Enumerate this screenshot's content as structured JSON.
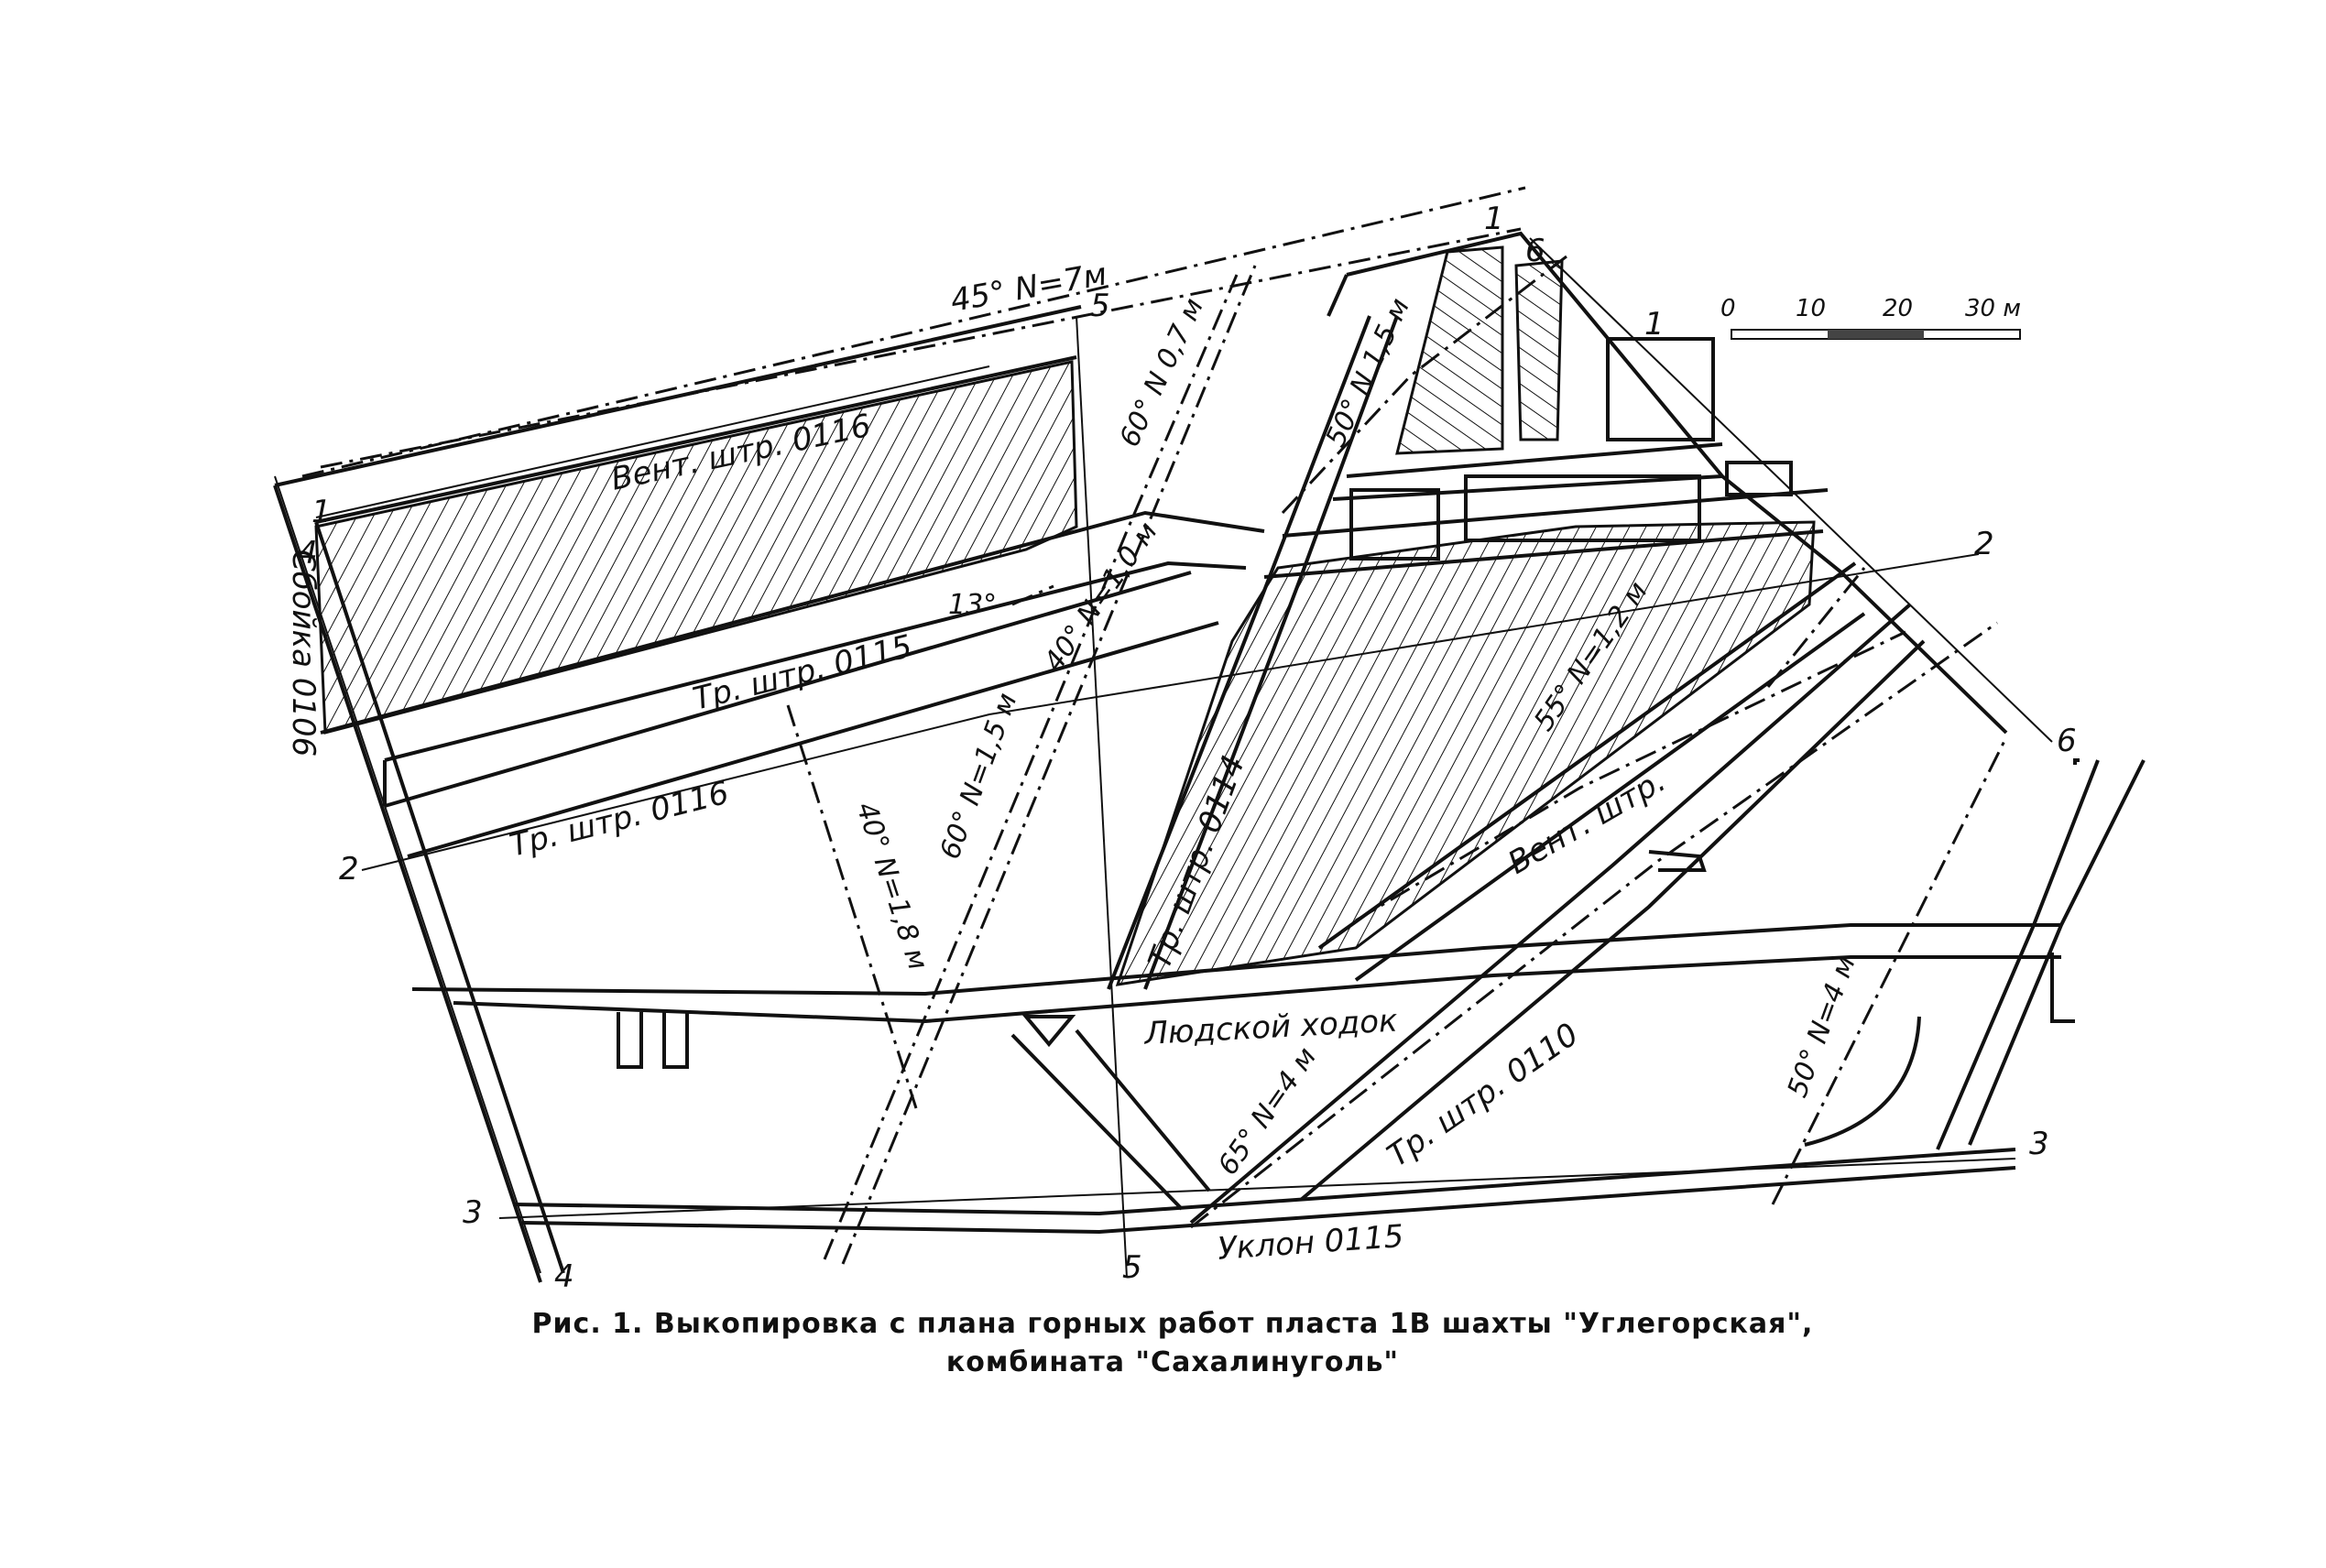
{
  "figure": {
    "caption_line1": "Рис. 1. Выкопировка с плана горных работ пласта 1В шахты \"Углегорская\",",
    "caption_line2": "комбината \"Сахалинуголь\"",
    "scale": {
      "t0": "0",
      "t1": "10",
      "t2": "20",
      "t3": "30 м"
    },
    "workings": {
      "vent_0116": "Вент. штр. 0116",
      "tr_0115": "Тр. штр. 0115",
      "tr_0116": "Тр. штр. 0116",
      "svoika_0106": "Сбойка 0106",
      "tr_0114": "Тр. штр. 0114",
      "vent": "Вент. штр.",
      "lyudskoy": "Людской ходок",
      "tr_0110": "Тр. штр. 0110",
      "uklon_0115": "Уклон 0115"
    },
    "faults": {
      "f_45": "45° N=7м",
      "f_60_07": "60° N 0,7 м",
      "f_50_15": "50° N 1,5 м",
      "f_40_10": "40° N=1,0 м",
      "f_13": "13°",
      "f_55_12": "55° N=1,2 м",
      "f_60_15": "60° N=1,5 м",
      "f_40_18": "40° N=1,8 м",
      "f_65_4": "65° N=4 м",
      "f_50_4": "50° N=4 м"
    },
    "section_marks": {
      "m1a": "1",
      "m1b": "1",
      "m1c": "1",
      "m2a": "2",
      "m2b": "2",
      "m3a": "3",
      "m3b": "3",
      "m4a": "4",
      "m4b": "4",
      "m5a": "5",
      "m5b": "5",
      "m6a": "6",
      "m6b": "6"
    }
  }
}
